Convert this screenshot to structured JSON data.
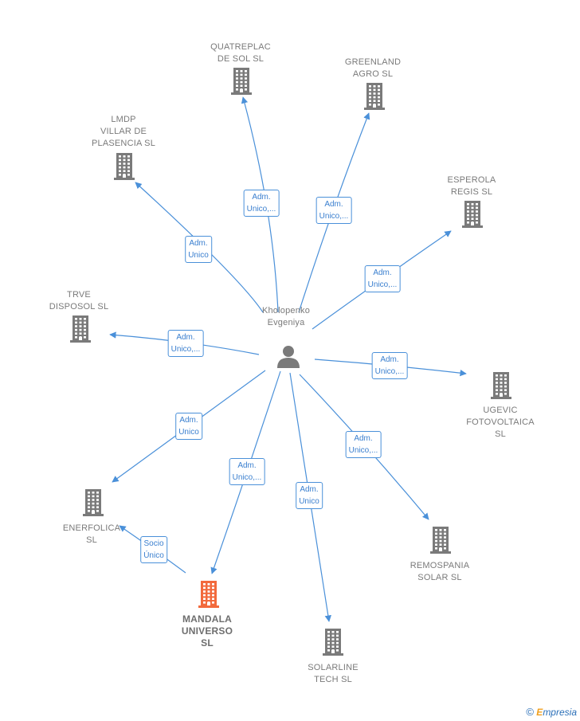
{
  "center": {
    "label": "Kholopenko\nEvgeniya",
    "icon": "person-icon"
  },
  "nodes": [
    {
      "id": "quatreplac",
      "label": "QUATREPLAC\nDE SOL  SL",
      "icon": "building-icon"
    },
    {
      "id": "greenland",
      "label": "GREENLAND\nAGRO  SL",
      "icon": "building-icon"
    },
    {
      "id": "lmdp",
      "label": "LMDP\nVILLAR DE\nPLASENCIA  SL",
      "icon": "building-icon"
    },
    {
      "id": "esperola",
      "label": "ESPEROLA\nREGIS  SL",
      "icon": "building-icon"
    },
    {
      "id": "trve",
      "label": "TRVE\nDISPOSOL  SL",
      "icon": "building-icon"
    },
    {
      "id": "ugevic",
      "label": "UGEVIC\nFOTOVOLTAICA\nSL",
      "icon": "building-icon"
    },
    {
      "id": "enerfolica",
      "label": "ENERFOLICA\nSL",
      "icon": "building-icon"
    },
    {
      "id": "remospania",
      "label": "REMOSPANIA\nSOLAR  SL",
      "icon": "building-icon"
    },
    {
      "id": "mandala",
      "label": "MANDALA\nUNIVERSO\nSL",
      "icon": "building-icon",
      "highlight": true
    },
    {
      "id": "solarline",
      "label": "SOLARLINE\nTECH  SL",
      "icon": "building-icon"
    }
  ],
  "relations": [
    {
      "from": "center",
      "to": "quatreplac",
      "label": "Adm.\nUnico,..."
    },
    {
      "from": "center",
      "to": "greenland",
      "label": "Adm.\nUnico,..."
    },
    {
      "from": "center",
      "to": "lmdp",
      "label": "Adm.\nUnico"
    },
    {
      "from": "center",
      "to": "esperola",
      "label": "Adm.\nUnico,..."
    },
    {
      "from": "center",
      "to": "trve",
      "label": "Adm.\nUnico,..."
    },
    {
      "from": "center",
      "to": "ugevic",
      "label": "Adm.\nUnico,..."
    },
    {
      "from": "center",
      "to": "enerfolica",
      "label": "Adm.\nUnico"
    },
    {
      "from": "center",
      "to": "remospania",
      "label": "Adm.\nUnico,..."
    },
    {
      "from": "center",
      "to": "mandala",
      "label": "Adm.\nUnico,..."
    },
    {
      "from": "center",
      "to": "solarline",
      "label": "Adm.\nUnico"
    },
    {
      "from": "mandala",
      "to": "enerfolica",
      "label": "Socio\nÚnico"
    }
  ],
  "colors": {
    "edge": "#4a90d9",
    "building": "#7a7a7a",
    "highlight": "#f26a3d",
    "person": "#7a7a7a"
  },
  "footer": {
    "copyright": "©",
    "brand": "mpresia",
    "brand_initial": "E"
  }
}
